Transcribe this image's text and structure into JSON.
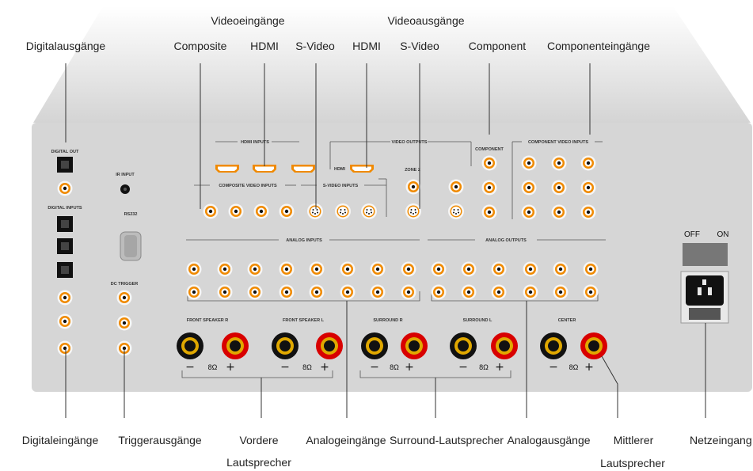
{
  "callouts": {
    "digital_out": "Digitalausgänge",
    "video_in_group": "Videoeingänge",
    "composite": "Composite",
    "hdmi_in": "HDMI",
    "svideo_in": "S-Video",
    "video_out_group": "Videoausgänge",
    "hdmi_out": "HDMI",
    "svideo_out": "S-Video",
    "component": "Component",
    "component_in": "Componenteingänge",
    "digital_in": "Digitaleingänge",
    "trigger_out": "Triggerausgänge",
    "front_speaker_1": "Vordere",
    "front_speaker_2": "Lautsprecher",
    "analog_in": "Analogeingänge",
    "surround_speaker": "Surround-Lautsprecher",
    "analog_out": "Analogausgänge",
    "center_speaker_1": "Mittlerer",
    "center_speaker_2": "Lautsprecher",
    "power_in": "Netzeingang"
  },
  "panel": {
    "digital_out": "DIGITAL OUT",
    "digital_inputs": "DIGITAL INPUTS",
    "ir_input": "IR INPUT",
    "rs232": "RS232",
    "dc_trigger": "DC TRIGGER",
    "hdmi_inputs": "HDMI INPUTS",
    "composite_video_inputs": "COMPOSITE VIDEO INPUTS",
    "svideo_inputs": "S-VIDEO INPUTS",
    "video_outputs": "VIDEO OUTPUTS",
    "hdmi": "HDMI",
    "zone2": "ZONE 2",
    "component": "COMPONENT",
    "component_video_inputs": "COMPONENT VIDEO INPUTS",
    "analog_inputs": "ANALOG INPUTS",
    "analog_outputs": "ANALOG OUTPUTS",
    "front_speaker_r": "FRONT SPEAKER R",
    "front_speaker_l": "FRONT SPEAKER L",
    "surround_r": "SURROUND R",
    "surround_l": "SURROUND L",
    "center": "CENTER",
    "minus": "−",
    "ohm": "8Ω",
    "plus": "+",
    "switch_off": "OFF",
    "switch_on": "ON"
  },
  "colors": {
    "panel": "#d6d6d6",
    "panel_top": "#e8e8e8",
    "rca_ring": "#f08a00",
    "speaker_black": "#111111",
    "speaker_red": "#d80000",
    "speaker_gold": "#e0a800"
  }
}
